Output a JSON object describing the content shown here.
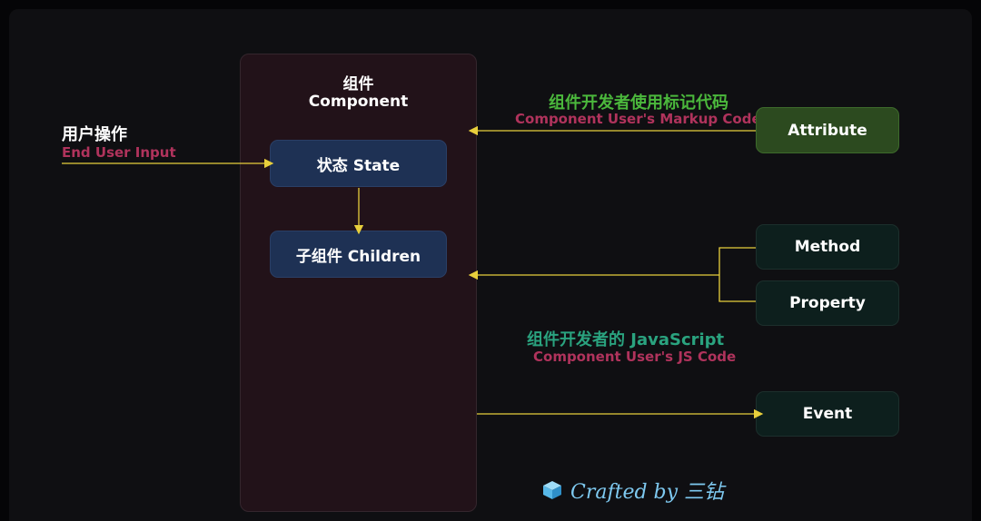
{
  "component": {
    "title_zh": "组件",
    "title_en": "Component"
  },
  "state": {
    "label": "状态 State"
  },
  "children": {
    "label": "子组件 Children"
  },
  "user_input": {
    "zh": "用户操作",
    "en": "End User Input"
  },
  "markup": {
    "zh": "组件开发者使用标记代码",
    "en": "Component User's Markup Code"
  },
  "js": {
    "zh": "组件开发者的 JavaScript",
    "en": "Component User's JS Code"
  },
  "attribute": {
    "label": "Attribute"
  },
  "method": {
    "label": "Method"
  },
  "property": {
    "label": "Property"
  },
  "event": {
    "label": "Event"
  },
  "credit": {
    "text": "Crafted by 三钻",
    "icon": "cube-icon"
  },
  "colors": {
    "arrow": "#e8cf3c",
    "accent_pink": "#b0335c",
    "accent_green": "#4bb83c",
    "accent_teal": "#2aa37f"
  }
}
